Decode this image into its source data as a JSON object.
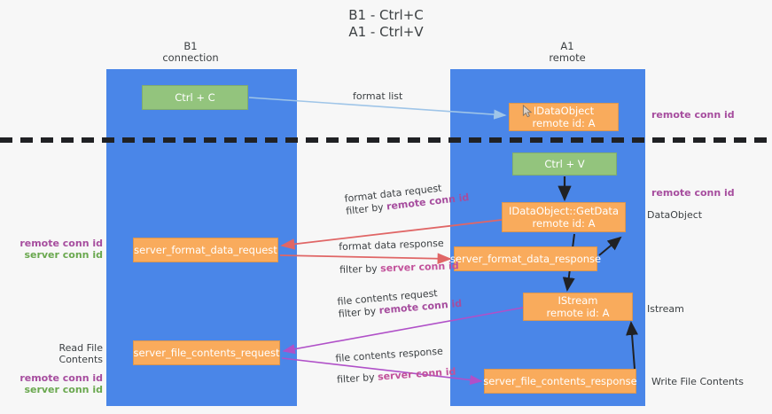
{
  "title": "B1 - Ctrl+C\nA1 - Ctrl+V",
  "columns": {
    "b1": "B1\nconnection",
    "a1": "A1\nremote"
  },
  "nodes": {
    "ctrl_c": "Ctrl + C",
    "idataobject": "IDataObject\nremote id: A",
    "ctrl_v": "Ctrl + V",
    "getdata": "IDataObject::GetData\nremote id: A",
    "server_format_data_request": "server_format_data_request",
    "server_format_data_response": "server_format_data_response",
    "istream": "IStream\nremote id: A",
    "server_file_contents_request": "server_file_contents_request",
    "server_file_contents_response": "server_file_contents_response"
  },
  "edges": {
    "format_list": "format list",
    "format_data_request": "format data request",
    "format_data_request_filter_prefix": "filter by ",
    "format_data_request_filter_key": "remote conn id",
    "format_data_response": "format data response",
    "format_data_response_filter_prefix": "filter by ",
    "format_data_response_filter_key": "server conn id",
    "file_contents_request": "file contents request",
    "file_contents_request_filter_prefix": "filter by ",
    "file_contents_request_filter_key": "remote conn id",
    "file_contents_response": "file contents response",
    "file_contents_response_filter_prefix": "filter by ",
    "file_contents_response_filter_key": "server conn id"
  },
  "notes": {
    "left_top_remote": "remote conn id",
    "left_top_server": "server conn id",
    "left_bottom_title": "Read File Contents",
    "left_bottom_remote": "remote conn id",
    "left_bottom_server": "server conn id",
    "right_remote_1": "remote conn id",
    "right_remote_2": "remote conn id",
    "right_dataobject": "DataObject",
    "right_istream": "Istream",
    "right_write": "Write File Contents"
  },
  "colors": {
    "lane": "#4a86e8",
    "green_node": "#93c47d",
    "orange_node": "#f9ab5c",
    "divider": "#202124",
    "arrow_blue": "#9fc5e8",
    "arrow_red": "#e06666",
    "arrow_purple": "#b050c8",
    "arrow_black": "#202124",
    "text_remote": "#a64d9e",
    "text_server_green": "#6aa84f",
    "text_server_pink": "#c2529b",
    "background": "#f7f7f7"
  }
}
